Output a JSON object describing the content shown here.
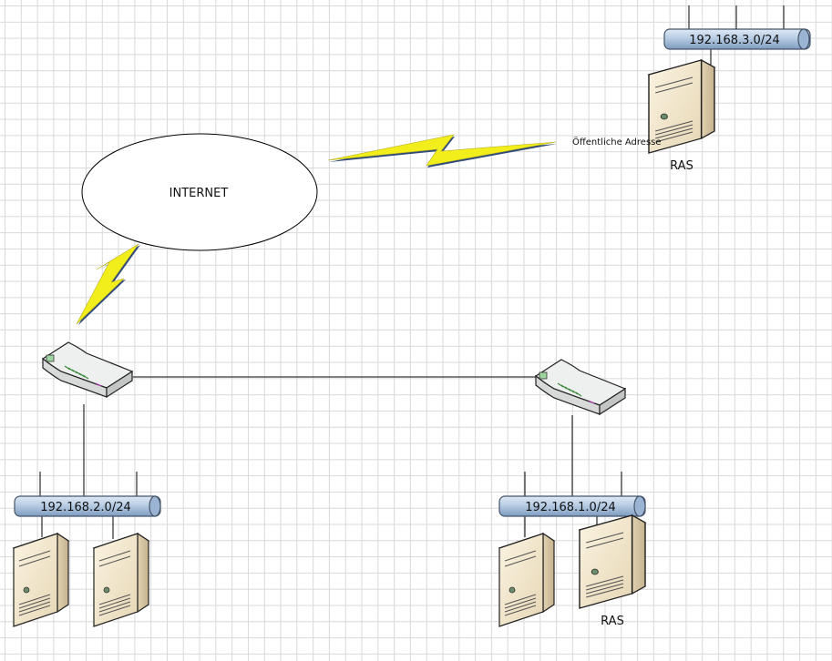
{
  "diagram": {
    "cloud": {
      "label": "INTERNET"
    },
    "public_address_label": "Öffentliche Adresse",
    "networks": {
      "net3": "192.168.3.0/24",
      "net2": "192.168.2.0/24",
      "net1": "192.168.1.0/24"
    },
    "servers": {
      "ras_top_label": "RAS",
      "ras_bottom_label": "RAS"
    },
    "colors": {
      "bus_fill": "#b8cde4",
      "bus_stroke": "#44546a",
      "lightning": "#f2ee1c",
      "lightning_shadow": "#2e4a7a",
      "server_front": "#f0e4c8",
      "server_side": "#d2c0a0",
      "router_top": "#eceeee",
      "line": "#000000"
    },
    "icons": [
      "router-icon",
      "server-icon",
      "lightning-icon",
      "cloud-ellipse",
      "network-bus"
    ]
  }
}
